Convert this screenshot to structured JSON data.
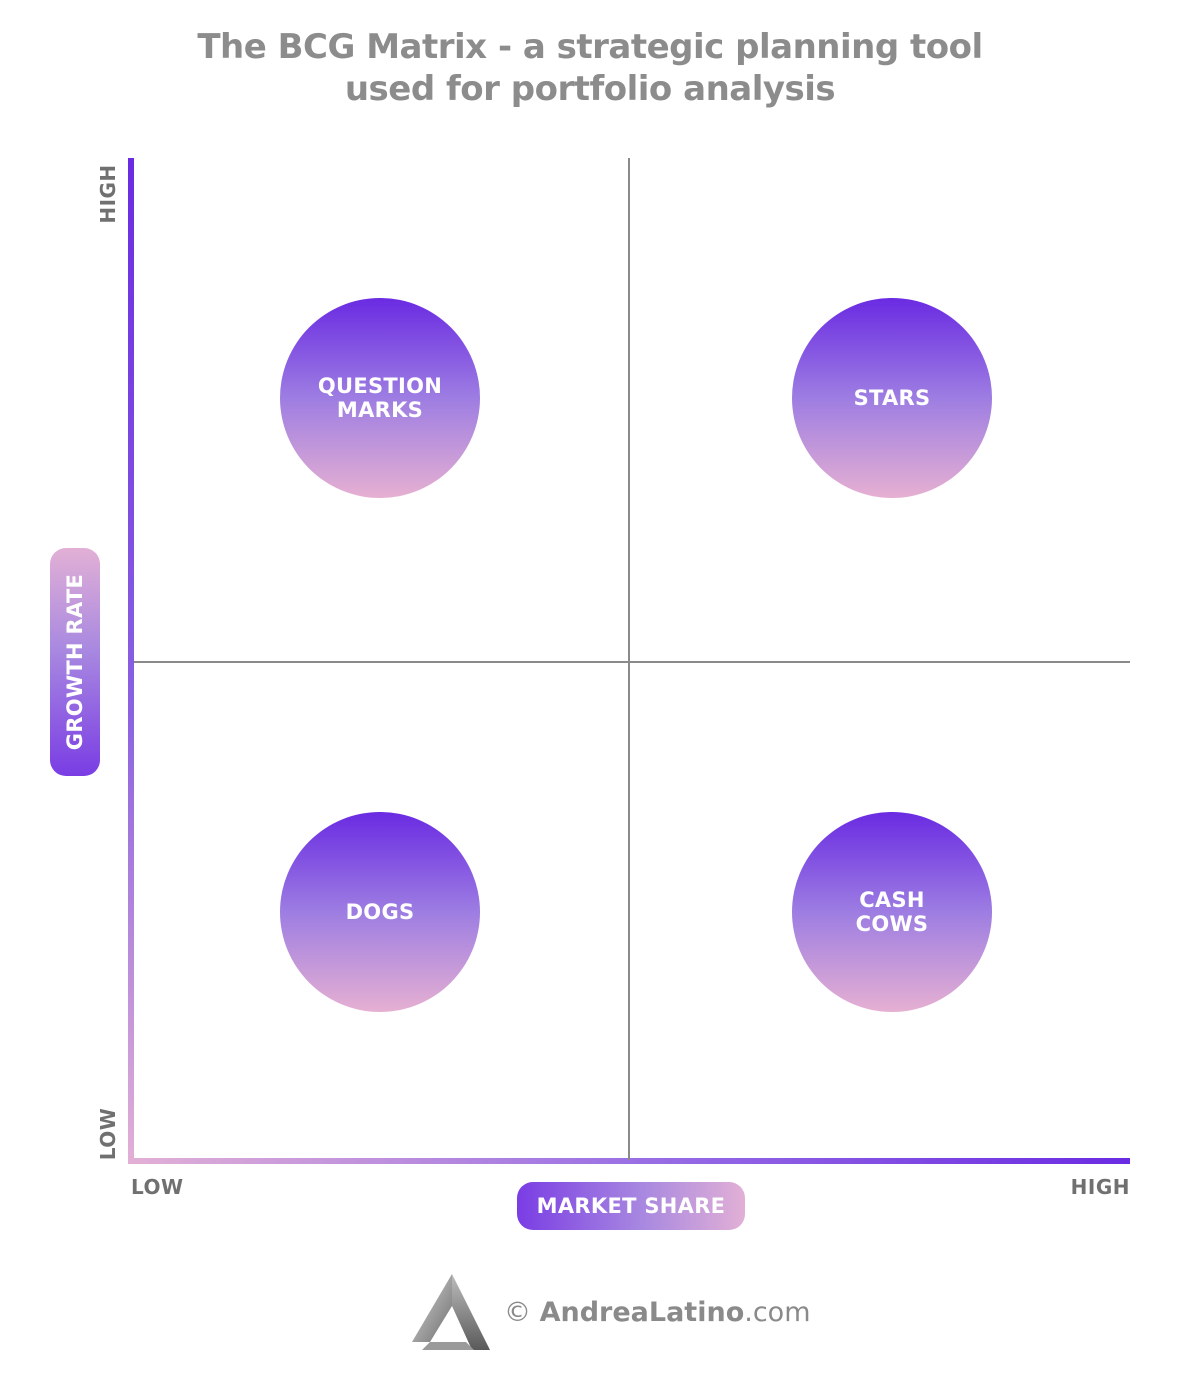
{
  "title": {
    "line1": "The BCG Matrix - a strategic planning tool",
    "line2": "used for portfolio analysis"
  },
  "axes": {
    "x_title": "MARKET SHARE",
    "y_title": "GROWTH RATE",
    "x_low": "LOW",
    "x_high": "HIGH",
    "y_low": "LOW",
    "y_high": "HIGH"
  },
  "quadrants": {
    "top_left": "QUESTION\nMARKS",
    "top_right": "STARS",
    "bottom_left": "DOGS",
    "bottom_right": "CASH\nCOWS"
  },
  "footer": {
    "symbol": "©",
    "brand": "AndreaLatino",
    "tld": ".com",
    "logo_icon": "triangle-a-logo"
  },
  "colors": {
    "purple": "#6a2be2",
    "pink": "#e6b0d2",
    "gray_text": "#8c8c8c",
    "divider": "#8a8a8a"
  }
}
